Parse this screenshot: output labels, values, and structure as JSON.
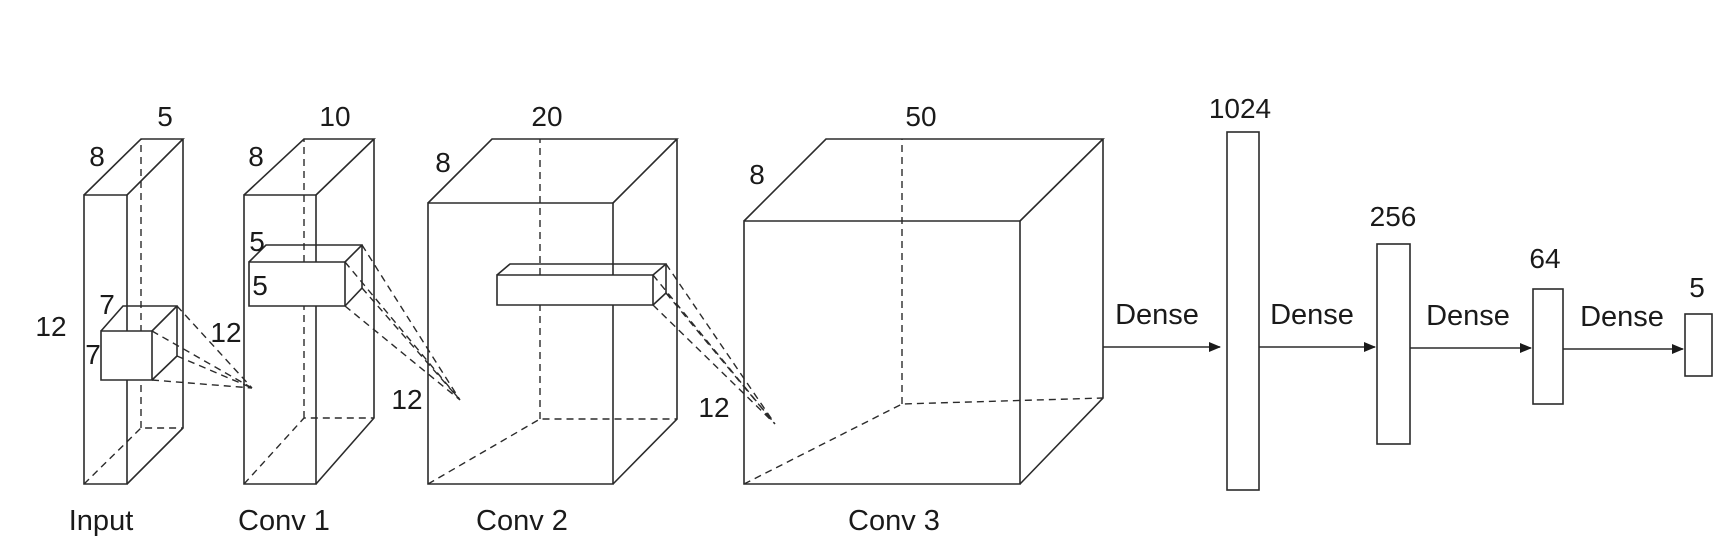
{
  "input": {
    "label": "Input",
    "depth": "8",
    "width": "5",
    "height": "12",
    "kernel": {
      "h": "7",
      "w": "7"
    },
    "target_height": "12"
  },
  "conv1": {
    "label": "Conv 1",
    "depth": "8",
    "width": "10",
    "kernel": {
      "a": "5",
      "b": "5"
    },
    "target_height": "12"
  },
  "conv2": {
    "label": "Conv 2",
    "depth": "8",
    "width": "20",
    "target_height": "12"
  },
  "conv3": {
    "label": "Conv 3",
    "depth": "8",
    "width": "50"
  },
  "dense_layers": [
    {
      "label": "Dense",
      "units": "1024"
    },
    {
      "label": "Dense",
      "units": "256"
    },
    {
      "label": "Dense",
      "units": "64"
    },
    {
      "label": "Dense",
      "units": "5"
    }
  ]
}
